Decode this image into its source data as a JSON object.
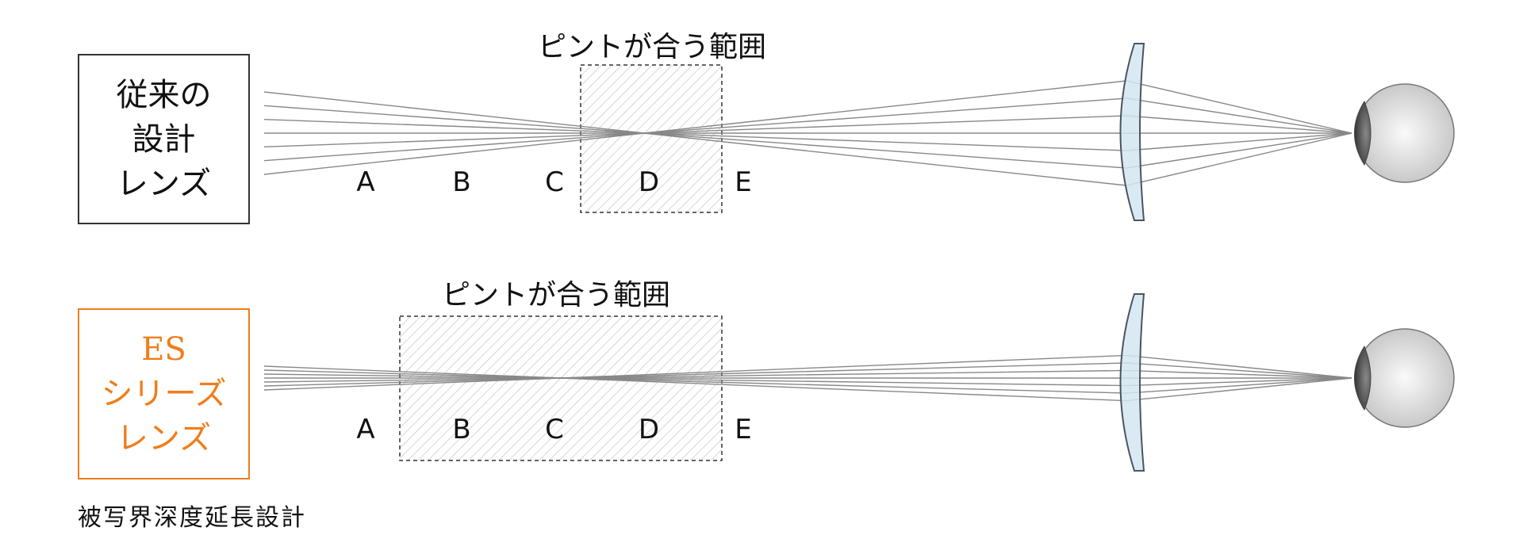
{
  "colors": {
    "accent": "#f07d1a",
    "ray": "#888888",
    "lens_fill": "#d3e6f1",
    "lens_stroke": "#4a5560"
  },
  "top": {
    "box_lines": [
      "従来の",
      "設計",
      "レンズ"
    ],
    "range_title": "ピントが合う範囲",
    "labels": [
      "A",
      "B",
      "C",
      "D",
      "E"
    ]
  },
  "bottom": {
    "box_lines": [
      "ES",
      "シリーズ",
      "レンズ"
    ],
    "range_title": "ピントが合う範囲",
    "labels": [
      "A",
      "B",
      "C",
      "D",
      "E"
    ]
  },
  "caption": "被写界深度延長設計"
}
